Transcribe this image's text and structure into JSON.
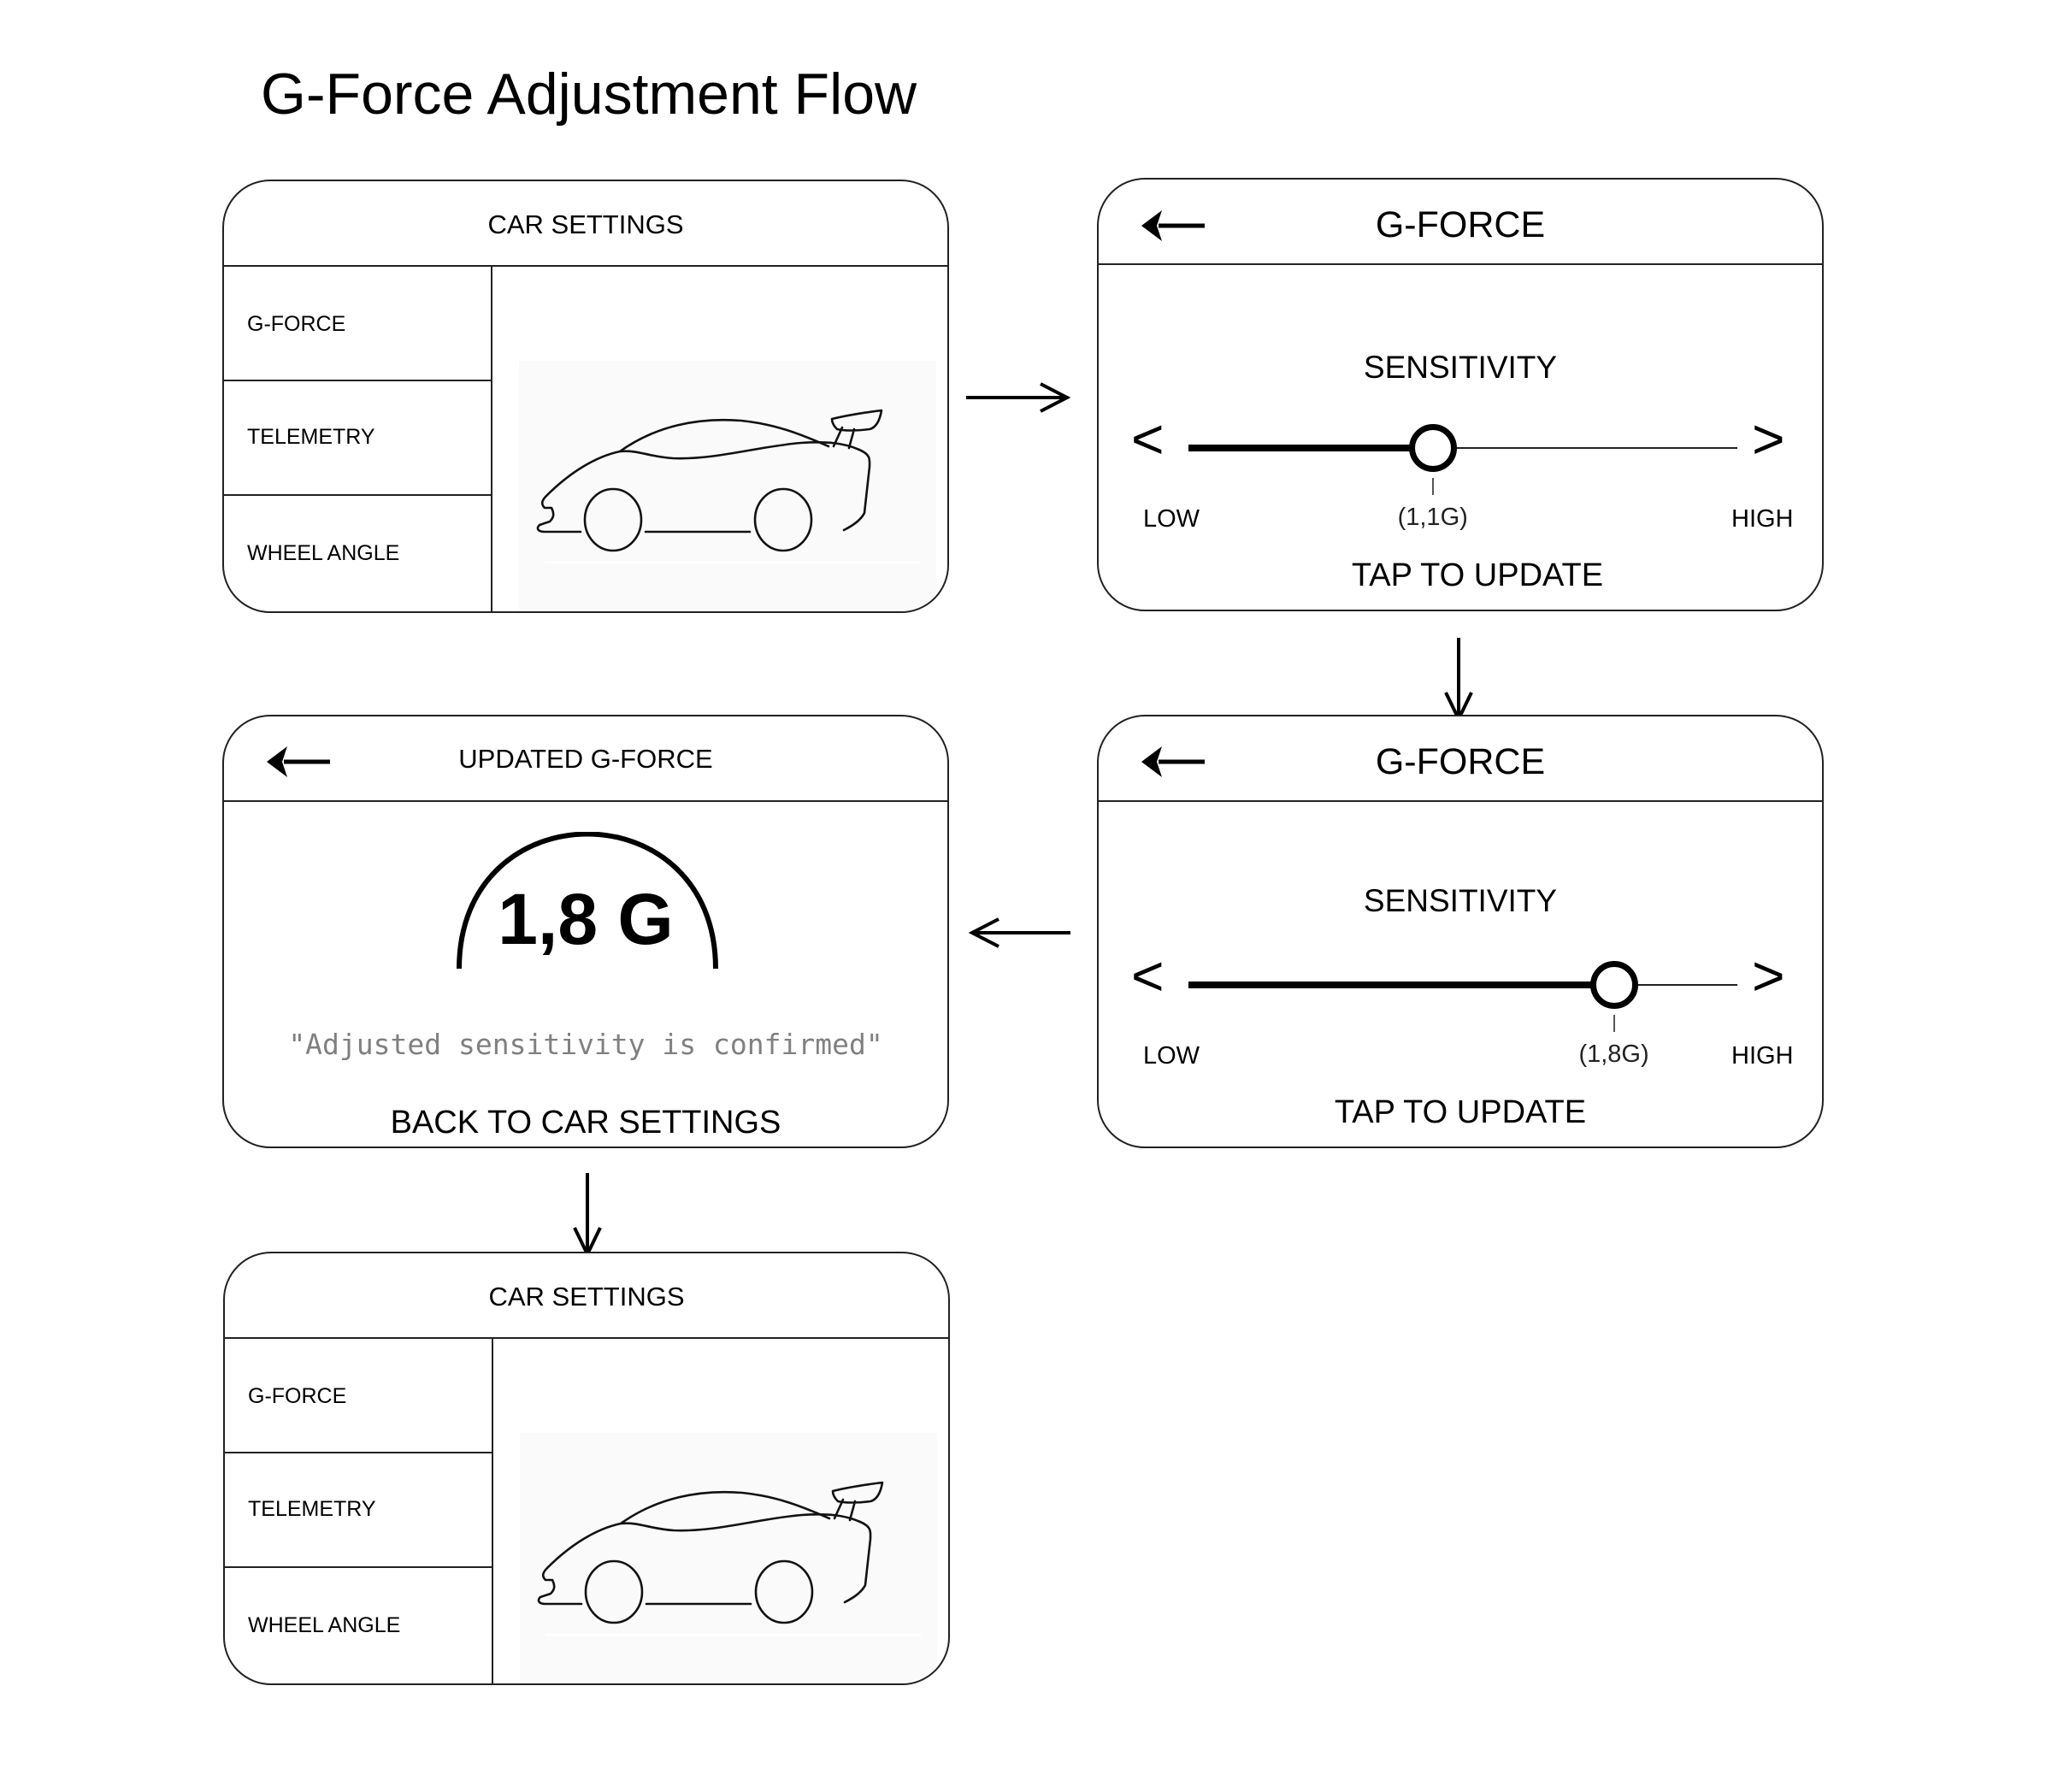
{
  "title": "G-Force Adjustment Flow",
  "screens": {
    "car_settings_initial": {
      "header": "CAR SETTINGS",
      "menu": [
        "G-FORCE",
        "TELEMETRY",
        "WHEEL ANGLE"
      ],
      "image": "car-outline-icon"
    },
    "gforce_initial": {
      "header": "G-FORCE",
      "back_icon": "arrow-left-icon",
      "label": "SENSITIVITY",
      "prev_glyph": "<",
      "next_glyph": ">",
      "low_label": "LOW",
      "high_label": "HIGH",
      "value_label": "(1,1G)",
      "value": 1.1,
      "position_fraction": 0.445,
      "action": "TAP TO UPDATE"
    },
    "gforce_adjusted": {
      "header": "G-FORCE",
      "back_icon": "arrow-left-icon",
      "label": "SENSITIVITY",
      "prev_glyph": "<",
      "next_glyph": ">",
      "low_label": "LOW",
      "high_label": "HIGH",
      "value_label": "(1,8G)",
      "value": 1.8,
      "position_fraction": 0.775,
      "action": "TAP TO UPDATE"
    },
    "updated_gforce": {
      "header": "UPDATED G-FORCE",
      "back_icon": "arrow-left-icon",
      "gauge_value": "1,8 G",
      "confirmation": "\"Adjusted sensitivity is confirmed\"",
      "action": "BACK TO CAR SETTINGS"
    },
    "car_settings_final": {
      "header": "CAR SETTINGS",
      "menu": [
        "G-FORCE",
        "TELEMETRY",
        "WHEEL ANGLE"
      ],
      "image": "car-outline-icon"
    }
  },
  "flow_arrows": [
    "right",
    "down",
    "left",
    "down"
  ],
  "colors": {
    "stroke": "#222222",
    "confirmation_text": "#808080",
    "image_bg": "#fafafa"
  }
}
